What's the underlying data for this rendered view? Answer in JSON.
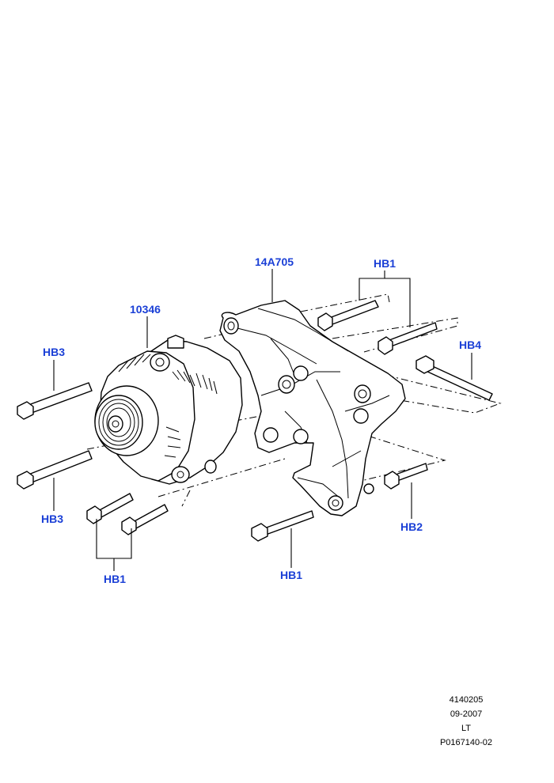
{
  "callouts": {
    "bracket": "14A705",
    "alternator": "10346",
    "hb1_top": "HB1",
    "hb4": "HB4",
    "hb3_top": "HB3",
    "hb3_bottom": "HB3",
    "hb2": "HB2",
    "hb1_bottom_left": "HB1",
    "hb1_bottom_mid": "HB1"
  },
  "reference": {
    "code": "4140205",
    "date": "09-2007",
    "variant": "LT",
    "illustration_id": "P0167140-02"
  },
  "colors": {
    "callout_text": "#1a3fd6",
    "line": "#000000",
    "background": "#ffffff"
  }
}
